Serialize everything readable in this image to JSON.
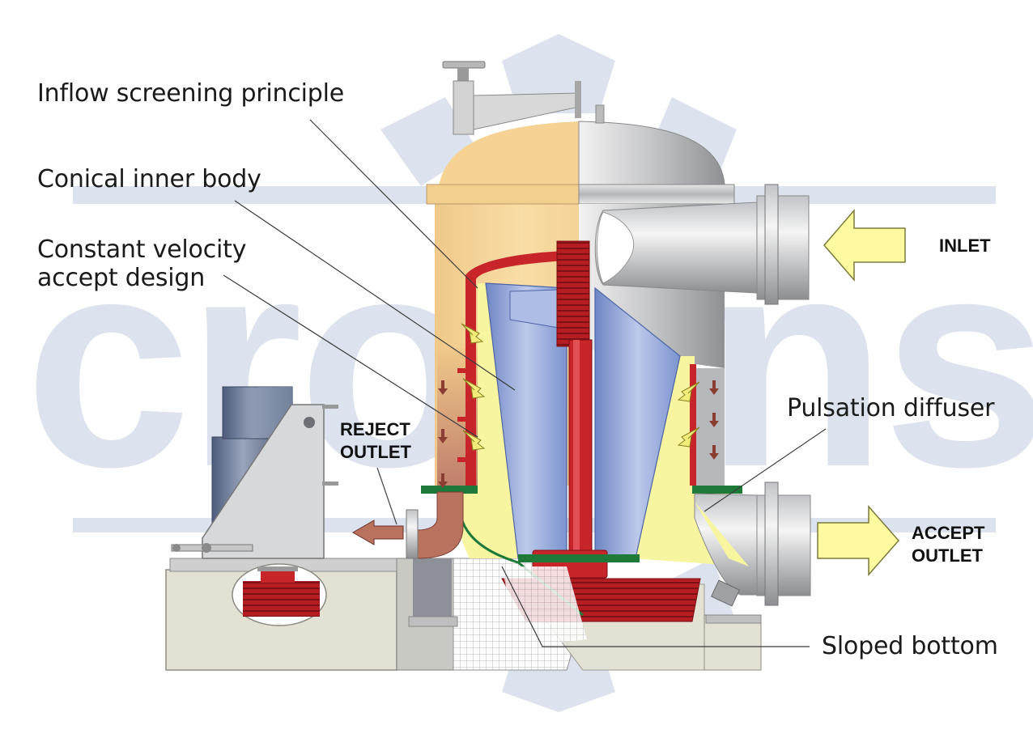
{
  "labels": {
    "inflow": "Inflow screening principle",
    "conical": "Conical inner body",
    "constant_line1": "Constant velocity",
    "constant_line2": "accept design",
    "pulsation": "Pulsation diffuser",
    "sloped": "Sloped bottom",
    "inlet": "INLET",
    "reject_line1": "REJECT",
    "reject_line2": "OUTLET",
    "accept_line1": "ACCEPT",
    "accept_line2": "OUTLET"
  },
  "watermark": {
    "text": "crowns",
    "icon": "gear-icon"
  },
  "colors": {
    "watermark": "#dde3ee",
    "steel": "#c8c9cc",
    "tank_cutaway": "#f5d79a",
    "rotor_red": "#c8252a",
    "screen_blue": "#8aa3d6",
    "accept_yellow": "#f8f5a0",
    "flow_arrow_brown": "#a05a4e",
    "arrow_yellow": "#fffaa0",
    "seal_green": "#1f7a3a",
    "concrete": "#e3e1d4"
  }
}
